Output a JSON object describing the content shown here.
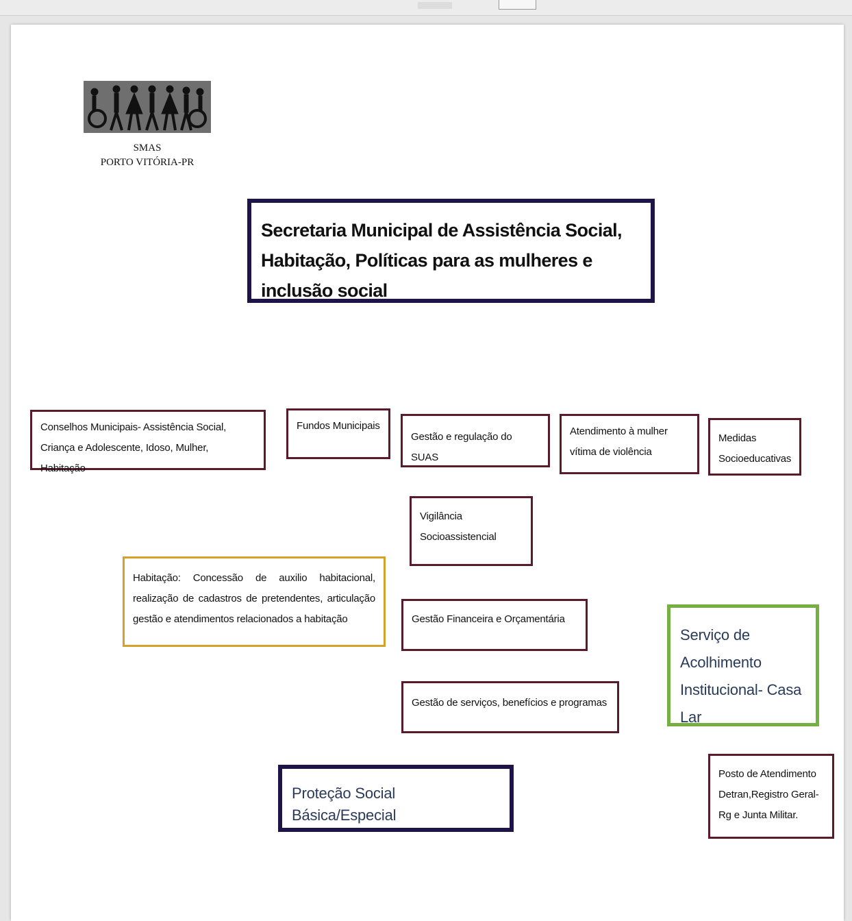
{
  "logo": {
    "line1": "SMAS",
    "line2": "PORTO VITÓRIA-PR",
    "icon": "people-and-wheelchair-logo"
  },
  "top": {
    "title": "Secretaria Municipal de Assistência Social, Habitação, Políticas para as mulheres e inclusão social"
  },
  "boxes": {
    "conselhos": "Conselhos Municipais- Assistência Social, Criança e Adolescente, Idoso, Mulher, Habitação",
    "fundos": "Fundos Municipais",
    "gestao_suas": "Gestão e regulação do SUAS",
    "atendimento_mulher": "Atendimento à mulher vítima de violência",
    "medidas": "Medidas Socioeducativas",
    "vigilancia": "Vigilância Socioassistencial",
    "habitacao": "Habitação: Concessão de auxilio habitacional, realização de cadastros de pretendentes, articulação gestão e atendimentos relacionados a habitação",
    "gestao_financeira": "Gestão Financeira e Orçamentária",
    "gestao_servicos": "Gestão de serviços, benefícios e programas",
    "servico_acolhimento": "Serviço de Acolhimento Institucional- Casa Lar",
    "protecao_social": "Proteção Social Básica/Especial",
    "posto_atendimento": "Posto de Atendimento Detran,Registro Geral-Rg e Junta Militar."
  }
}
